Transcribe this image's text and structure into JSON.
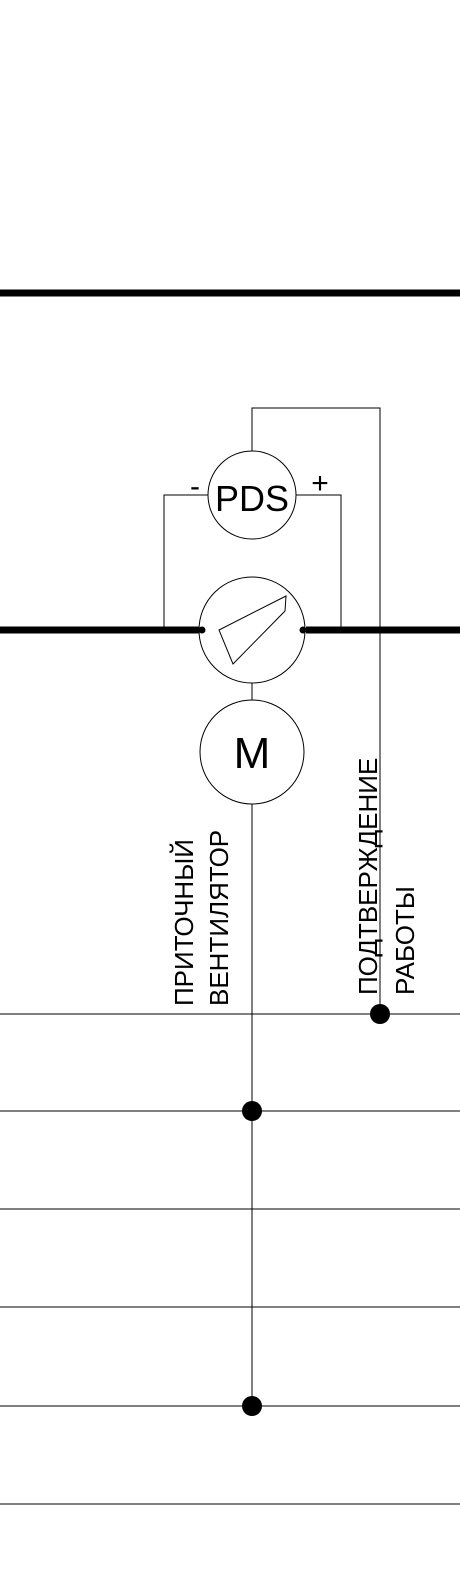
{
  "colors": {
    "ink": "#000000",
    "background": "#ffffff"
  },
  "sensor": {
    "label": "PDS",
    "minus_sign": "-",
    "plus_sign": "+"
  },
  "motor": {
    "label": "M"
  },
  "fan_label": {
    "line1": "ПРИТОЧНЫЙ",
    "line2": "ВЕНТИЛЯТОР"
  },
  "feedback_label": {
    "line1": "ПОДТВЕРЖДЕНИЕ",
    "line2": "РАБОТЫ"
  }
}
